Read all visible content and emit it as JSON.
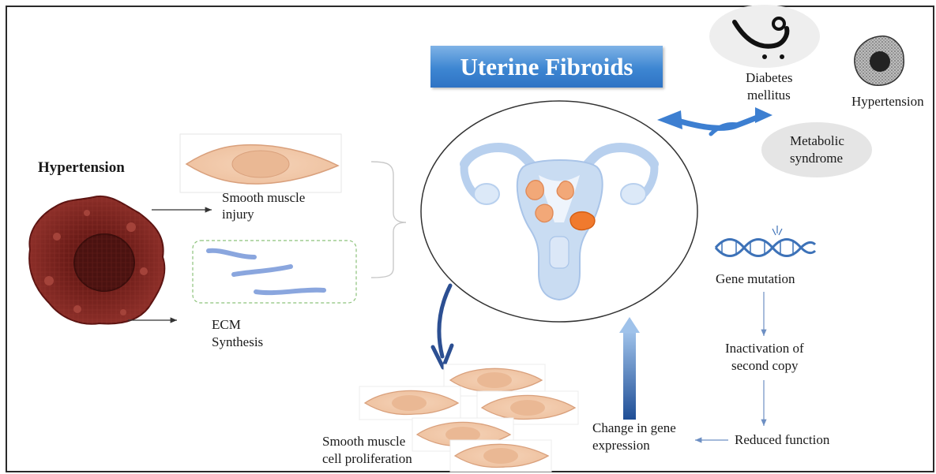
{
  "title": "Uterine Fibroids",
  "left": {
    "heading": "Hypertension",
    "smooth_muscle_injury": [
      "Smooth muscle",
      "injury"
    ],
    "ecm_synthesis": [
      "ECM",
      "Synthesis"
    ]
  },
  "bottom": {
    "proliferation": [
      "Smooth muscle",
      "cell proliferation"
    ],
    "gene_expression": [
      "Change in gene",
      "expression"
    ]
  },
  "right": {
    "diabetes": [
      "Diabetes",
      "mellitus"
    ],
    "hypertension": "Hypertension",
    "metabolic": [
      "Metabolic",
      "syndrome"
    ],
    "gene_mutation": "Gene mutation",
    "inactivation": [
      "Inactivation of",
      "second copy"
    ],
    "reduced_function": "Reduced function"
  },
  "colors": {
    "accent_blue": "#3d7fd1",
    "uterus_blue": "#c9dcf2",
    "fibroid_orange": "#f0a070",
    "cell_tan": "#f3cdb0",
    "tumor_red": "#7d2420"
  }
}
